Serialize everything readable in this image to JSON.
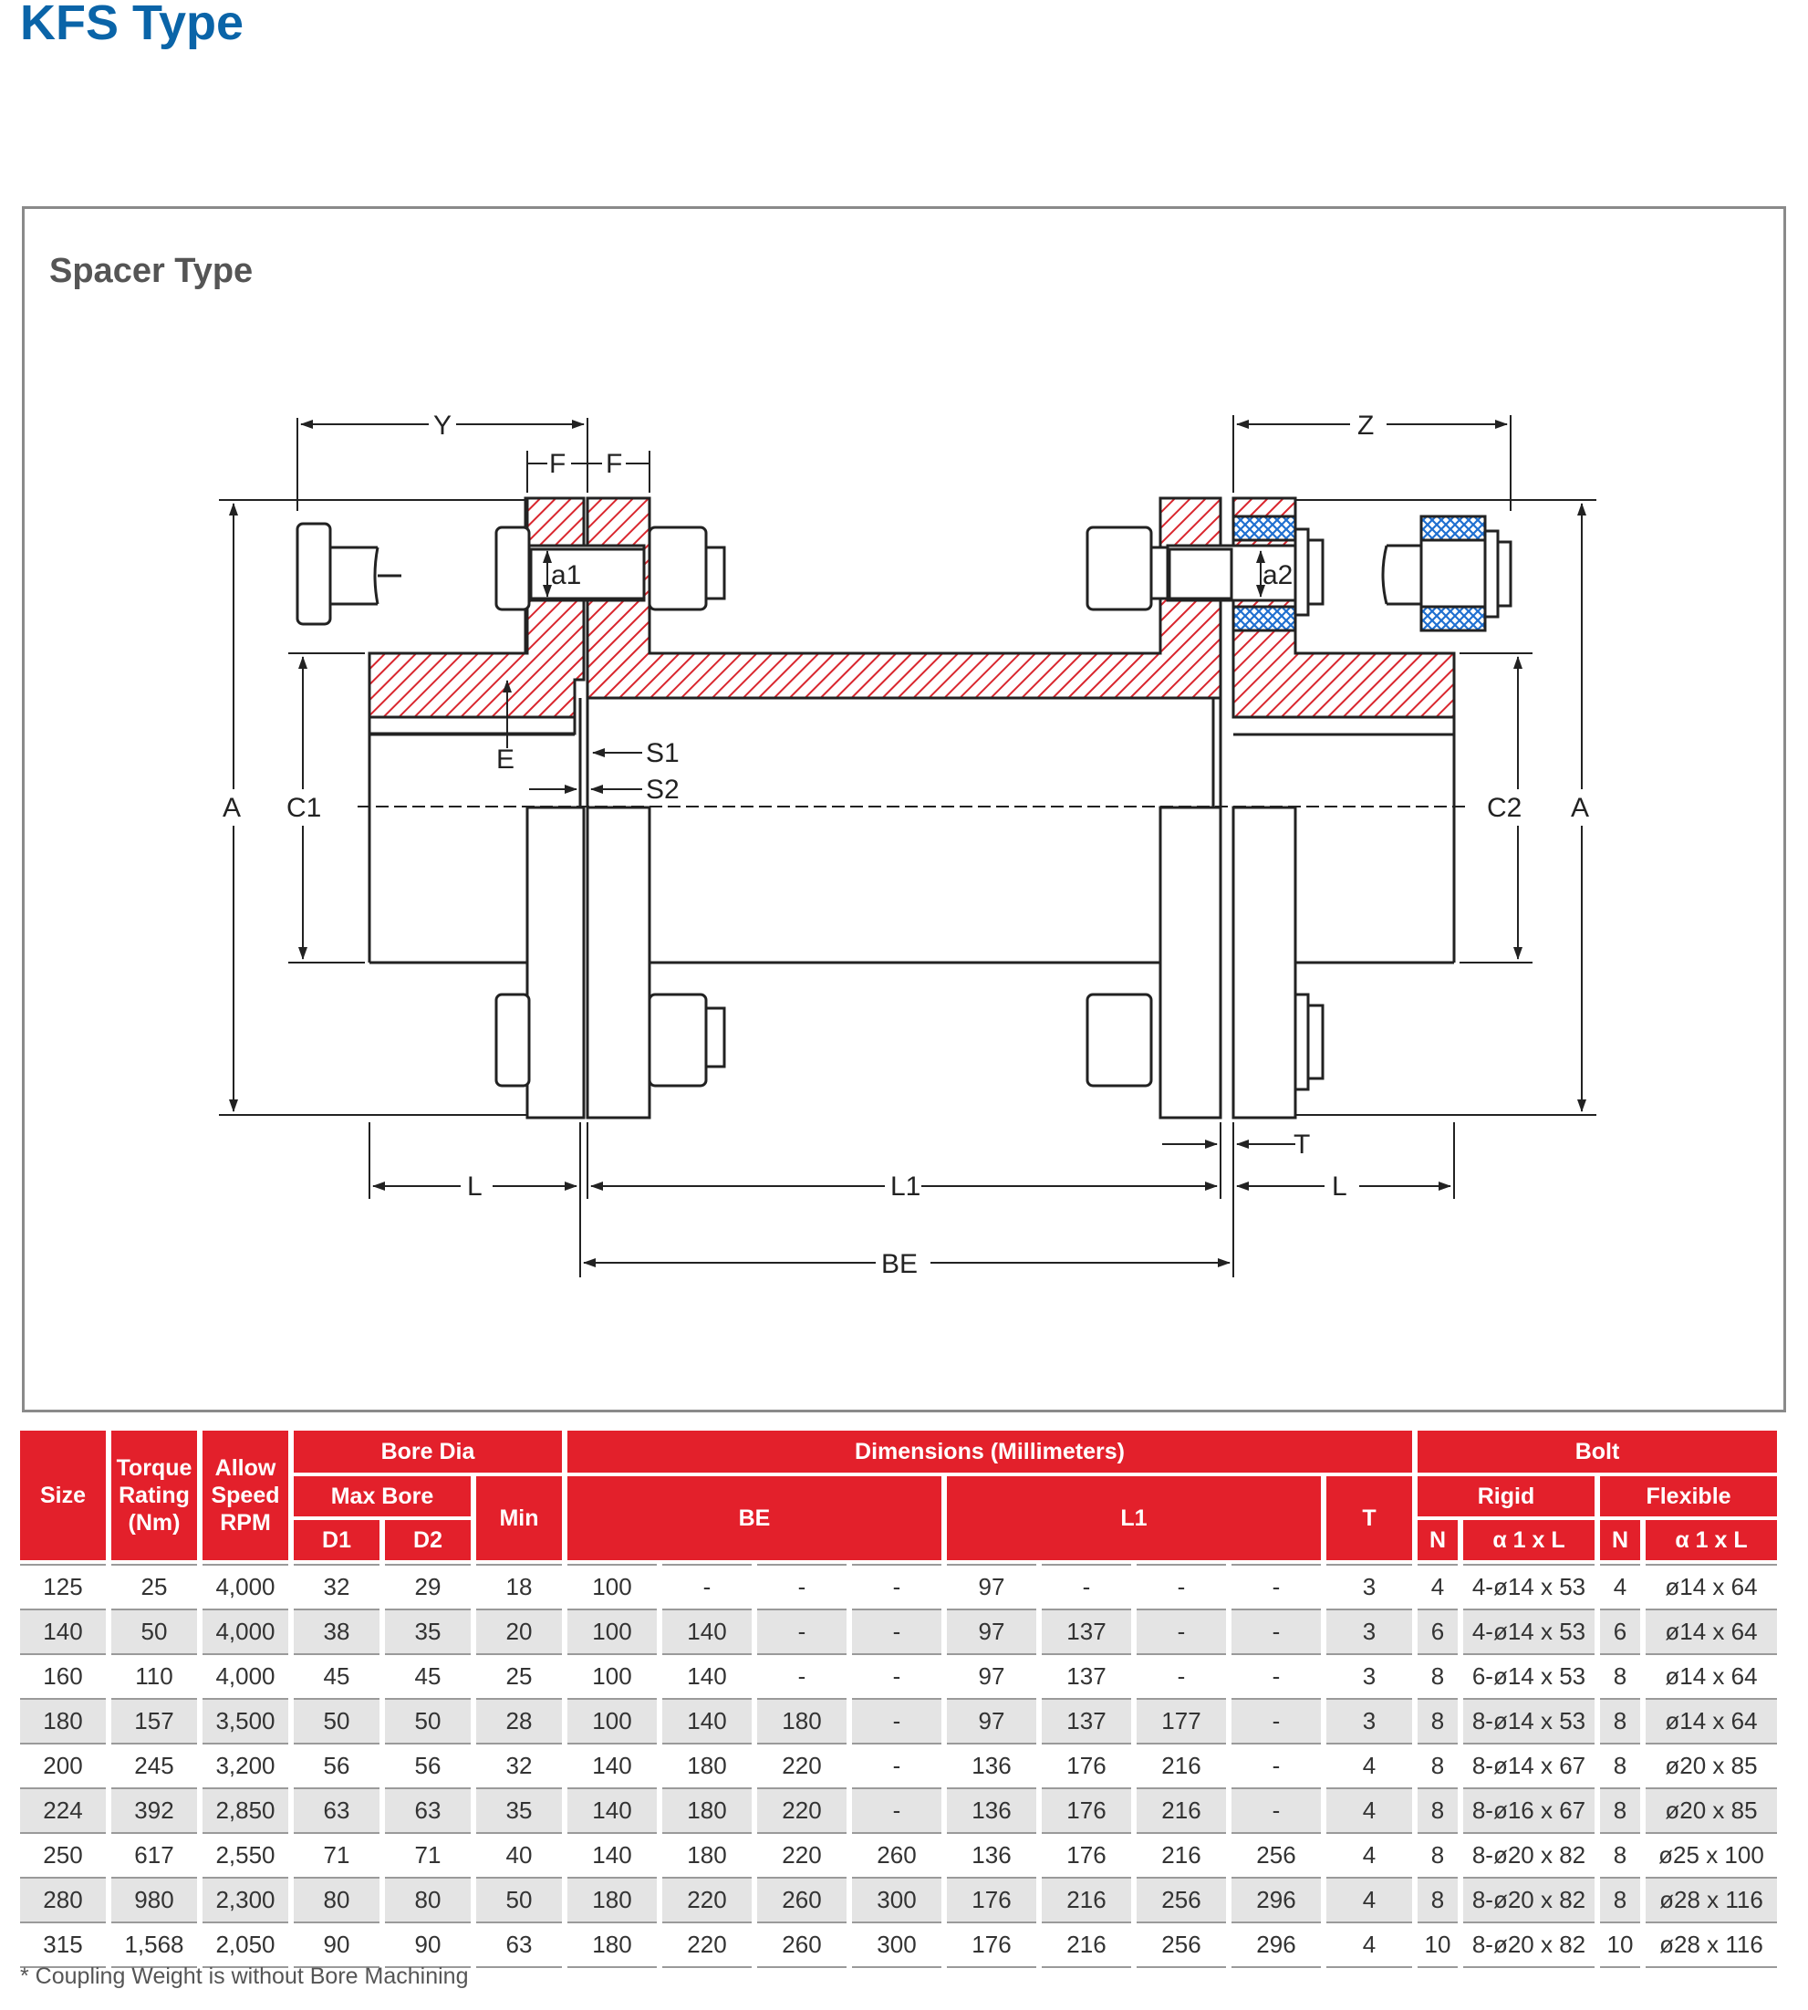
{
  "page_title": "KFS Type",
  "panel_title": "Spacer Type",
  "drawing_labels": {
    "Y": "Y",
    "F1": "F",
    "F2": "F",
    "Z": "Z",
    "a1": "a1",
    "a2": "a2",
    "A_left": "A",
    "C1": "C1",
    "E": "E",
    "S1": "S1",
    "S2": "S2",
    "C2": "C2",
    "A_right": "A",
    "T": "T",
    "L_left": "L",
    "L1": "L1",
    "L_right": "L",
    "BE": "BE"
  },
  "colors": {
    "title": "#0a64a8",
    "header_red": "#e3202b",
    "hatch_red": "#d9262e",
    "elastomer_blue": "#1f6fd0"
  },
  "table": {
    "headers": {
      "size": "Size",
      "torque": [
        "Torque",
        "Rating",
        "(Nm)"
      ],
      "speed": [
        "Allow",
        "Speed",
        "RPM"
      ],
      "bore_dia": "Bore Dia",
      "max_bore": "Max Bore",
      "d1": "D1",
      "d2": "D2",
      "min": "Min",
      "dimensions": "Dimensions (Millimeters)",
      "be": "BE",
      "l1": "L1",
      "t": "T",
      "bolt": "Bolt",
      "rigid": "Rigid",
      "flexible": "Flexible",
      "n_rigid": "N",
      "a1xl_rigid": "α 1 x L",
      "n_flex": "N",
      "a1xl_flex": "α 1 x L"
    },
    "rows": [
      [
        "125",
        "25",
        "4,000",
        "32",
        "29",
        "18",
        "100",
        "-",
        "-",
        "-",
        "97",
        "-",
        "-",
        "-",
        "3",
        "4",
        "4-ø14 x 53",
        "4",
        "ø14 x 64"
      ],
      [
        "140",
        "50",
        "4,000",
        "38",
        "35",
        "20",
        "100",
        "140",
        "-",
        "-",
        "97",
        "137",
        "-",
        "-",
        "3",
        "6",
        "4-ø14 x 53",
        "6",
        "ø14 x 64"
      ],
      [
        "160",
        "110",
        "4,000",
        "45",
        "45",
        "25",
        "100",
        "140",
        "-",
        "-",
        "97",
        "137",
        "-",
        "-",
        "3",
        "8",
        "6-ø14 x 53",
        "8",
        "ø14 x 64"
      ],
      [
        "180",
        "157",
        "3,500",
        "50",
        "50",
        "28",
        "100",
        "140",
        "180",
        "-",
        "97",
        "137",
        "177",
        "-",
        "3",
        "8",
        "8-ø14 x 53",
        "8",
        "ø14 x 64"
      ],
      [
        "200",
        "245",
        "3,200",
        "56",
        "56",
        "32",
        "140",
        "180",
        "220",
        "-",
        "136",
        "176",
        "216",
        "-",
        "4",
        "8",
        "8-ø14 x 67",
        "8",
        "ø20 x 85"
      ],
      [
        "224",
        "392",
        "2,850",
        "63",
        "63",
        "35",
        "140",
        "180",
        "220",
        "-",
        "136",
        "176",
        "216",
        "-",
        "4",
        "8",
        "8-ø16 x 67",
        "8",
        "ø20 x 85"
      ],
      [
        "250",
        "617",
        "2,550",
        "71",
        "71",
        "40",
        "140",
        "180",
        "220",
        "260",
        "136",
        "176",
        "216",
        "256",
        "4",
        "8",
        "8-ø20 x 82",
        "8",
        "ø25 x 100"
      ],
      [
        "280",
        "980",
        "2,300",
        "80",
        "80",
        "50",
        "180",
        "220",
        "260",
        "300",
        "176",
        "216",
        "256",
        "296",
        "4",
        "8",
        "8-ø20 x 82",
        "8",
        "ø28 x 116"
      ],
      [
        "315",
        "1,568",
        "2,050",
        "90",
        "90",
        "63",
        "180",
        "220",
        "260",
        "300",
        "176",
        "216",
        "256",
        "296",
        "4",
        "10",
        "8-ø20 x 82",
        "10",
        "ø28 x 116"
      ]
    ]
  },
  "footnote": "* Coupling Weight is without Bore Machining"
}
